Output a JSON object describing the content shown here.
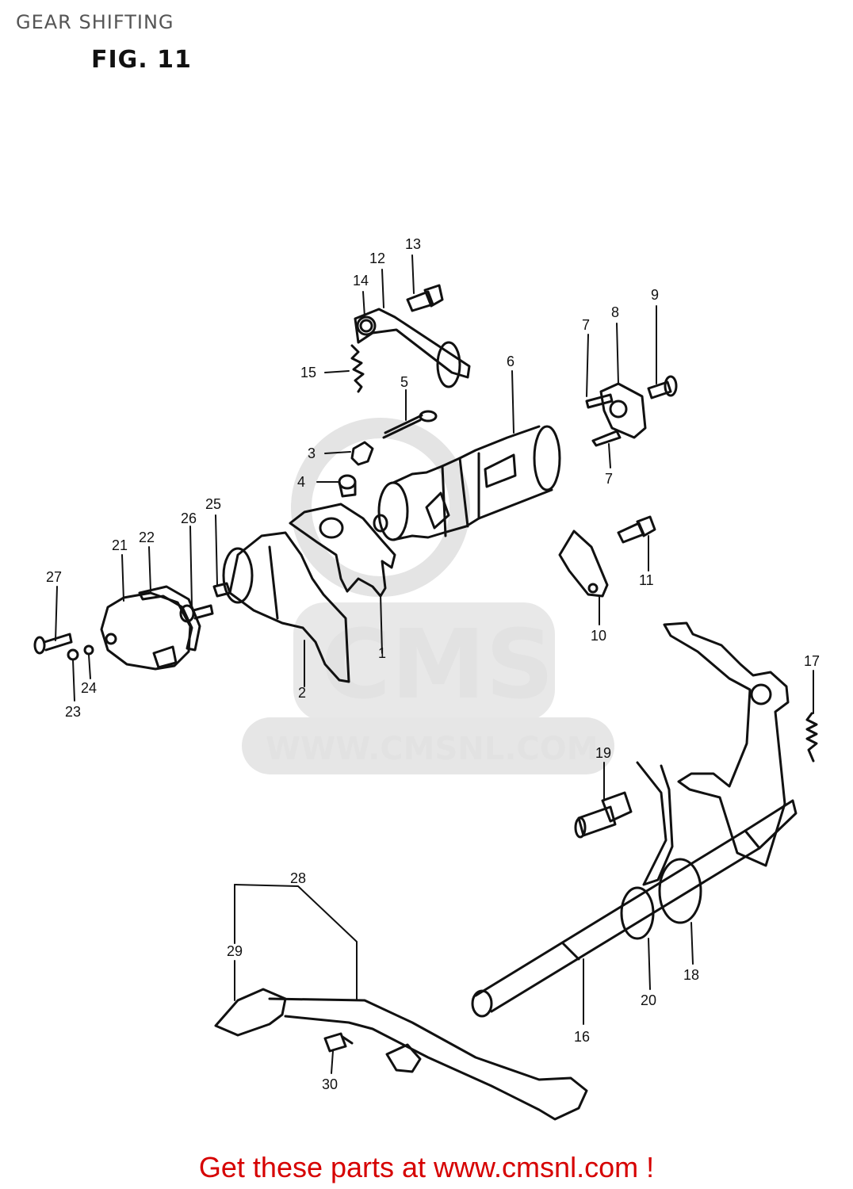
{
  "page": {
    "title": "GEAR SHIFTING",
    "figure": "FIG. 11"
  },
  "watermark": {
    "logo_text": "CMS",
    "url_text": "WWW.CMSNL.COM"
  },
  "parts": [
    "1",
    "2",
    "3",
    "4",
    "5",
    "6",
    "7",
    "7",
    "8",
    "9",
    "10",
    "11",
    "12",
    "13",
    "14",
    "15",
    "16",
    "17",
    "18",
    "19",
    "20",
    "21",
    "22",
    "23",
    "24",
    "25",
    "26",
    "27",
    "28",
    "29",
    "30"
  ],
  "footer": {
    "text": "Get these parts at www.cmsnl.com !"
  },
  "colors": {
    "line": "#111111",
    "footer": "#d60000",
    "watermark": "#e2e2e2"
  }
}
